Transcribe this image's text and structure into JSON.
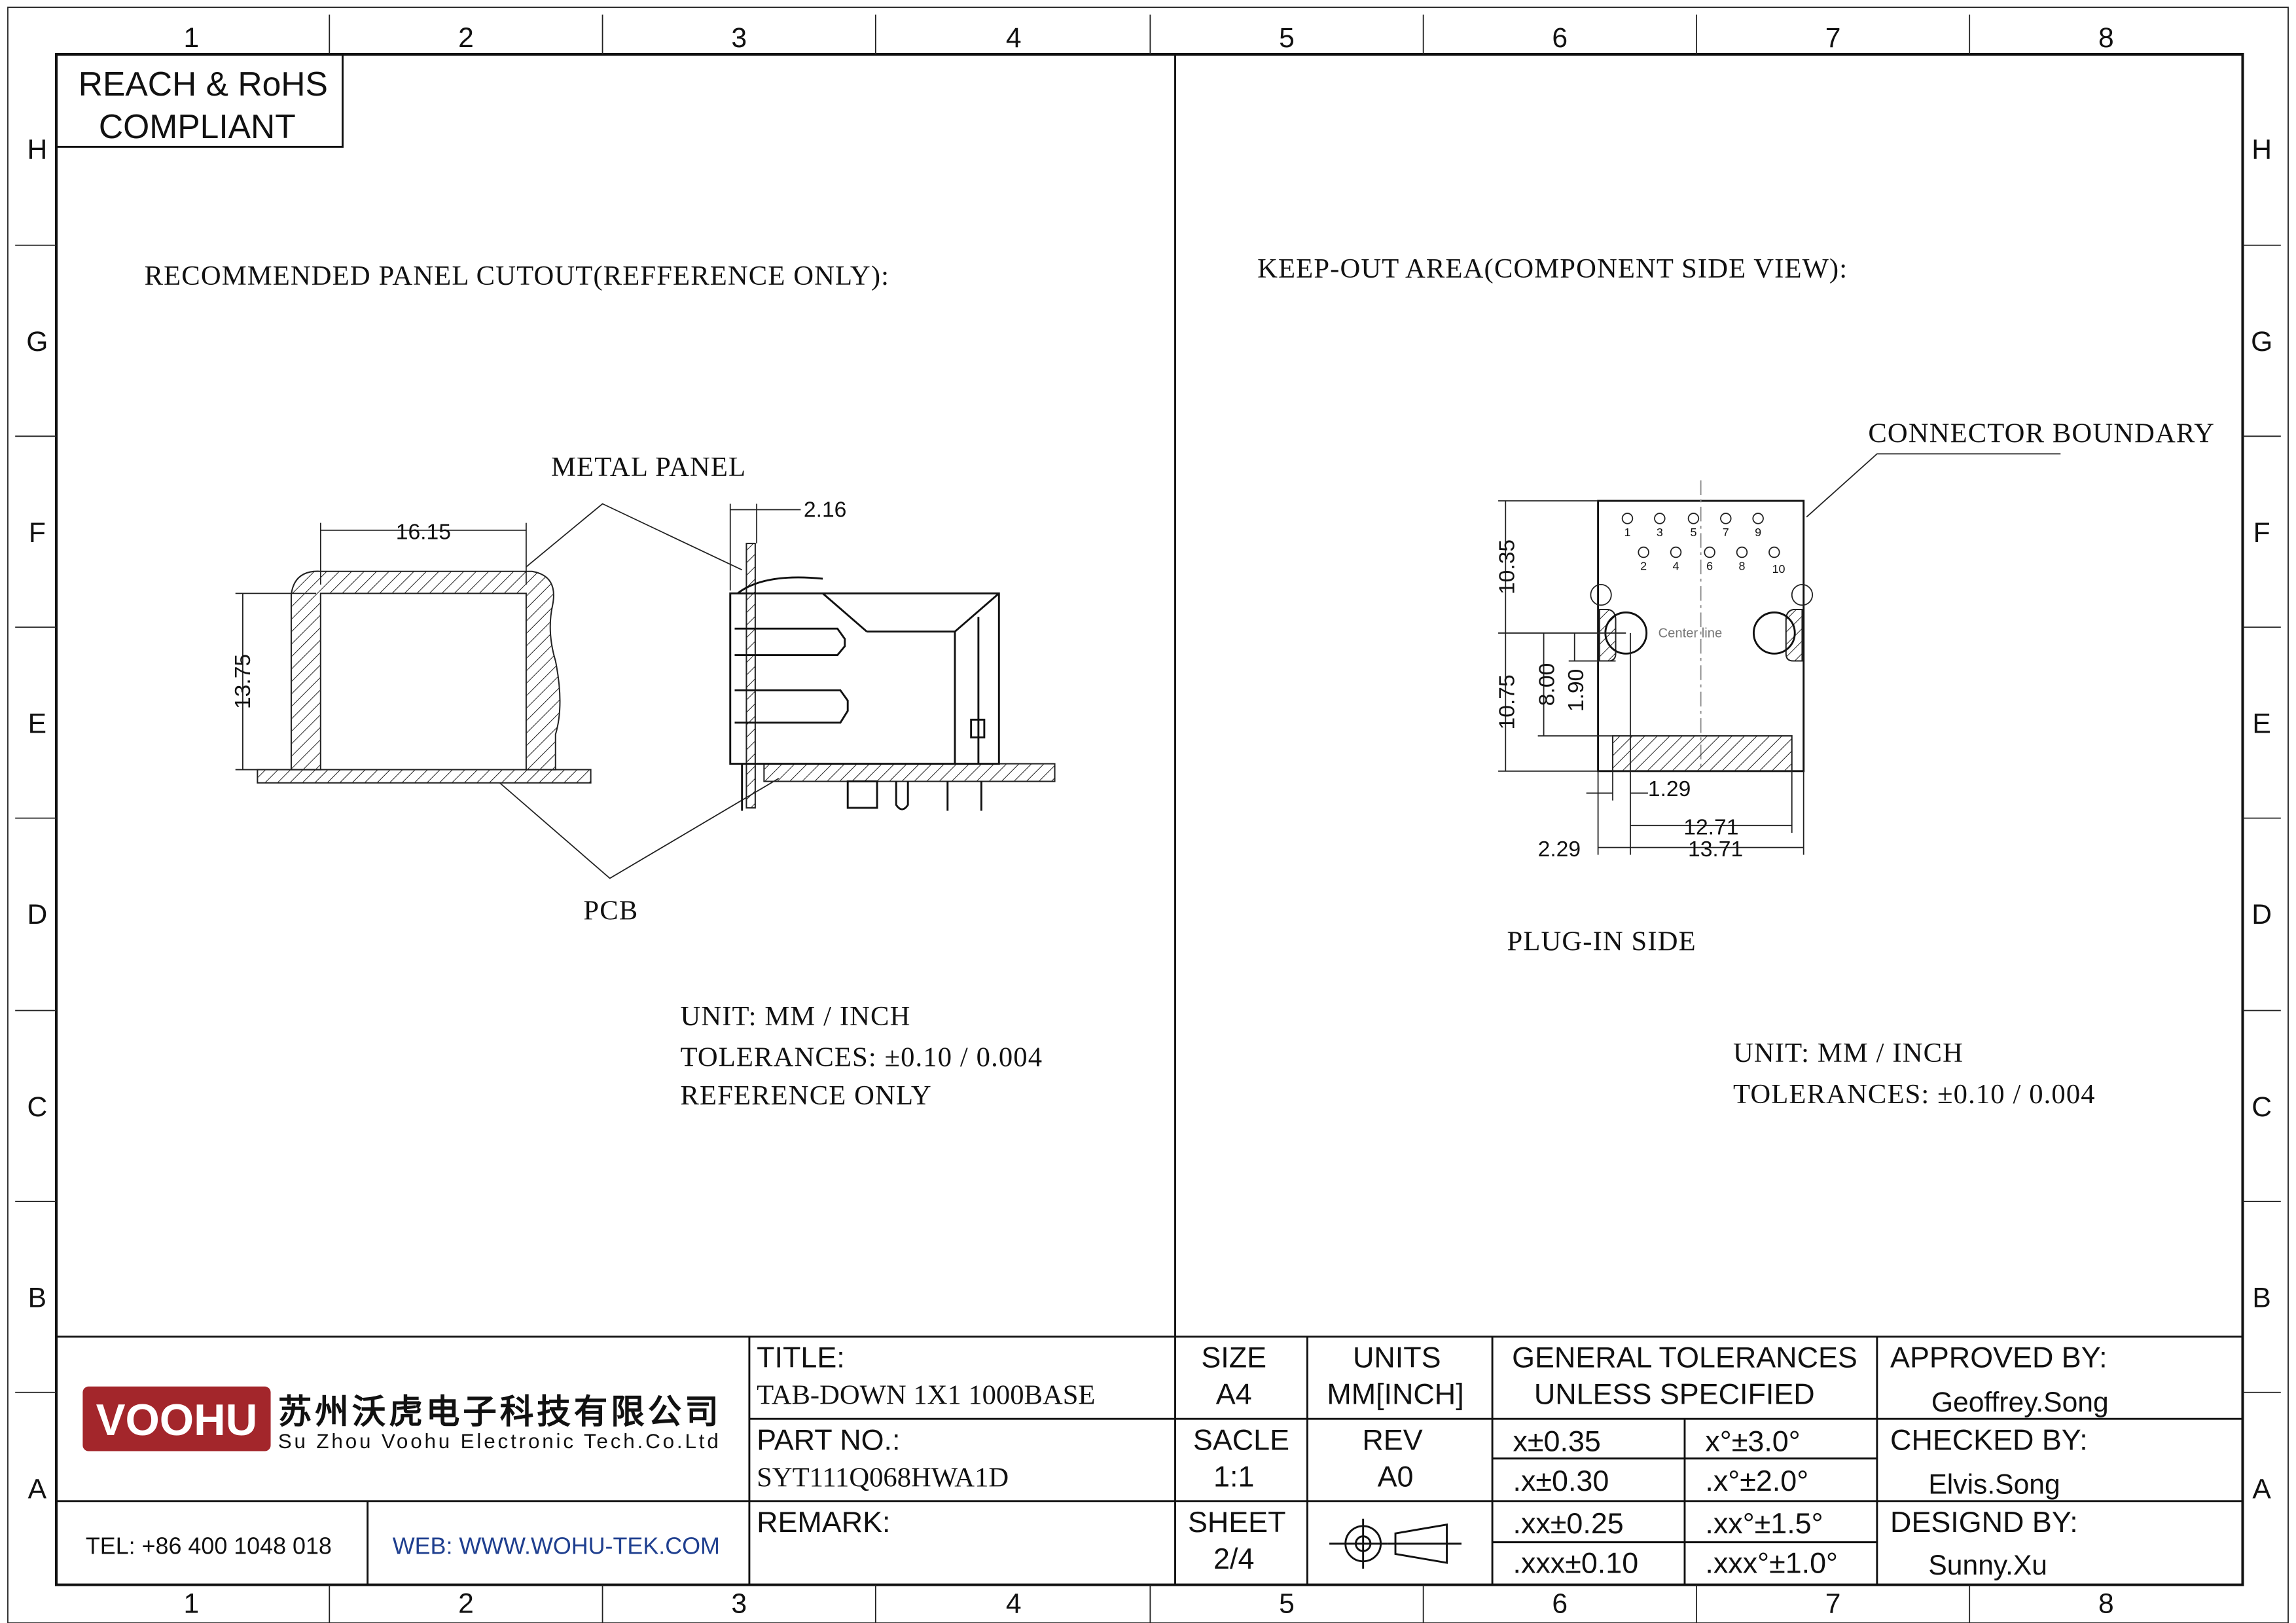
{
  "frame": {
    "columns": [
      "1",
      "2",
      "3",
      "4",
      "5",
      "6",
      "7",
      "8"
    ],
    "rows": [
      "H",
      "G",
      "F",
      "E",
      "D",
      "C",
      "B",
      "A"
    ]
  },
  "compliance": {
    "line1": "REACH & RoHS",
    "line2": "COMPLIANT"
  },
  "left_view": {
    "heading": "RECOMMENDED PANEL CUTOUT(REFFERENCE ONLY):",
    "metal_panel_label": "METAL PANEL",
    "pcb_label": "PCB",
    "dim_width": "16.15",
    "dim_height": "13.75",
    "dim_panel": "2.16",
    "notes": [
      "UNIT: MM / INCH",
      "TOLERANCES: ±0.10 / 0.004",
      "REFERENCE ONLY"
    ]
  },
  "right_view": {
    "heading": "KEEP-OUT AREA(COMPONENT SIDE VIEW):",
    "boundary_label": "CONNECTOR BOUNDARY",
    "centerline_label": "Center line",
    "plug_in_label": "PLUG-IN SIDE",
    "pins_top": [
      "1",
      "3",
      "5",
      "7",
      "9"
    ],
    "pins_bottom": [
      "2",
      "4",
      "6",
      "8",
      "10"
    ],
    "dims": {
      "d1035": "10.35",
      "d1075": "10.75",
      "d800": "8.00",
      "d190": "1.90",
      "d129": "1.29",
      "d1271": "12.71",
      "d1371": "13.71",
      "d229": "2.29"
    },
    "notes": [
      "UNIT: MM / INCH",
      "TOLERANCES: ±0.10 / 0.004"
    ]
  },
  "title_block": {
    "logo_text": "VOOHU",
    "company_cn": "苏州沃虎电子科技有限公司",
    "company_en": "Su Zhou Voohu Electronic Tech.Co.Ltd",
    "tel": "TEL: +86 400 1048 018",
    "web": "WEB: WWW.WOHU-TEK.COM",
    "title_label": "TITLE:",
    "title_value": "TAB-DOWN 1X1 1000BASE",
    "part_label": "PART NO.:",
    "part_value": "SYT111Q068HWA1D",
    "remark_label": "REMARK:",
    "size_label": "SIZE",
    "size_value": "A4",
    "units_label": "UNITS",
    "units_value": "MM[INCH]",
    "scale_label": "SACLE",
    "scale_value": "1:1",
    "rev_label": "REV",
    "rev_value": "A0",
    "sheet_label": "SHEET",
    "sheet_value": "2/4",
    "tol_header1": "GENERAL TOLERANCES",
    "tol_header2": "UNLESS SPECIFIED",
    "tolerances": [
      [
        "x±0.35",
        "x°±3.0°"
      ],
      [
        ".x±0.30",
        ".x°±2.0°"
      ],
      [
        ".xx±0.25",
        ".xx°±1.5°"
      ],
      [
        ".xxx±0.10",
        ".xxx°±1.0°"
      ]
    ],
    "approved_label": "APPROVED BY:",
    "approved_value": "Geoffrey.Song",
    "checked_label": "CHECKED BY:",
    "checked_value": "Elvis.Song",
    "designed_label": "DESIGND BY:",
    "designed_value": "Sunny.Xu"
  },
  "colors": {
    "logo_red": "#a3262b",
    "web_blue": "#1f3f8f"
  }
}
